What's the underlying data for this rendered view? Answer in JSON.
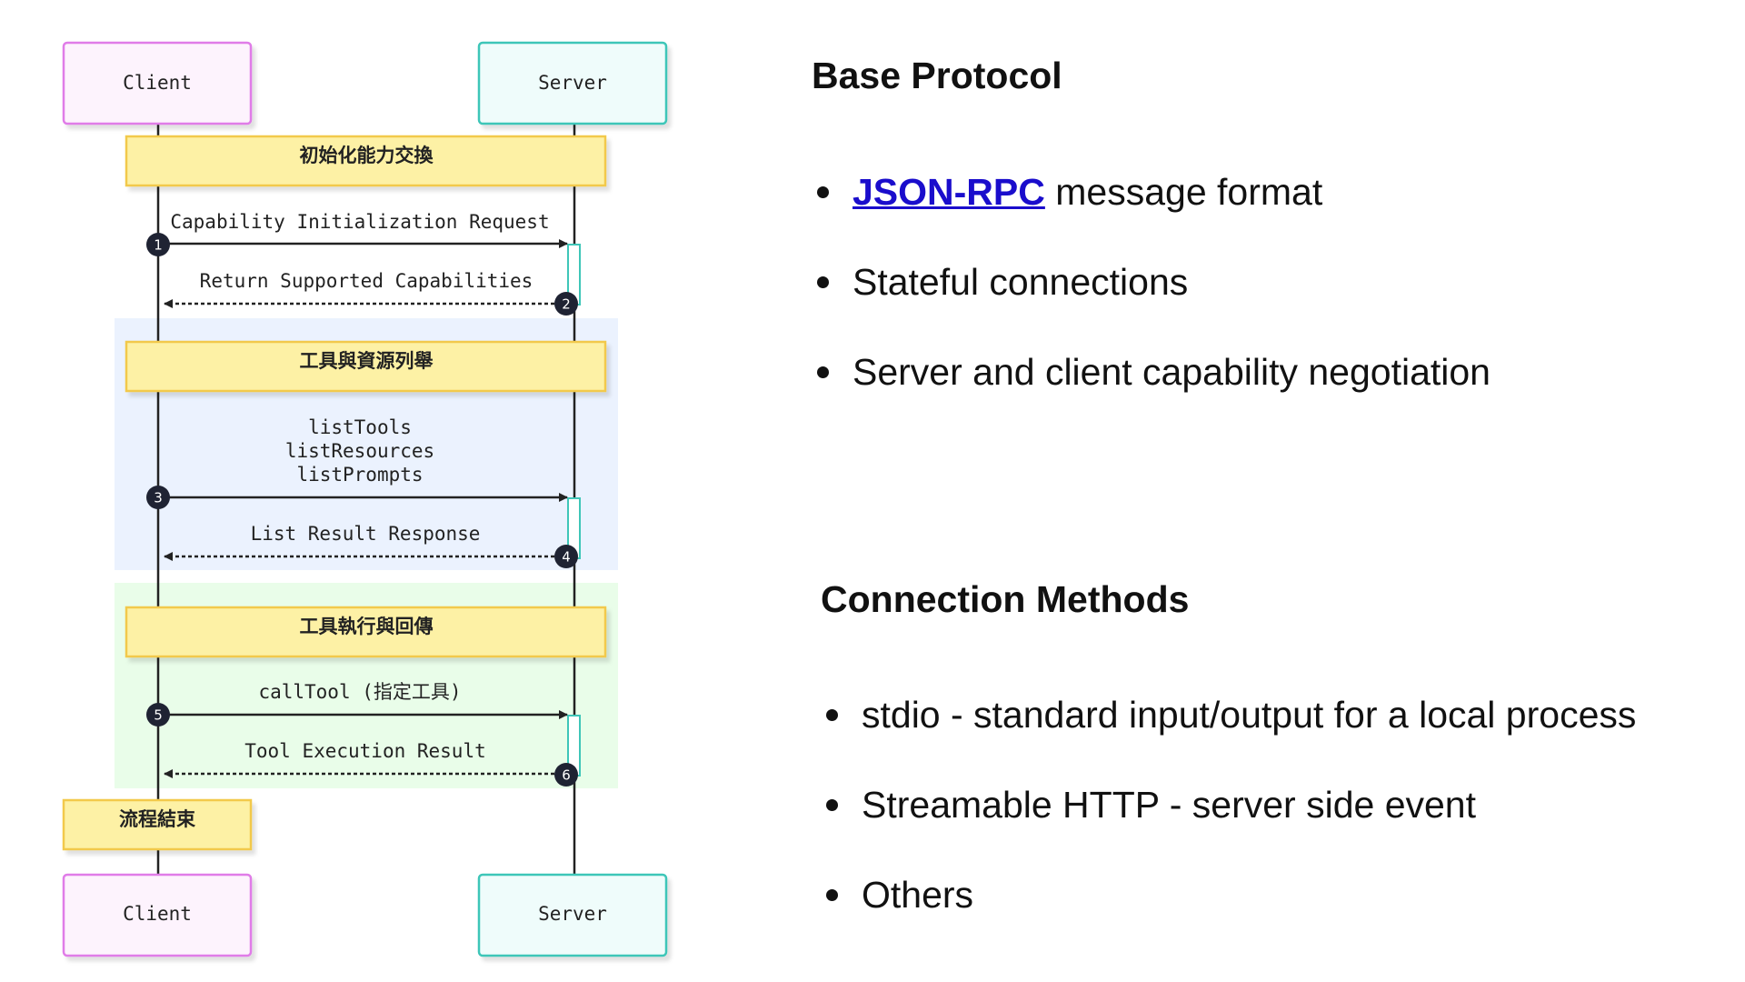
{
  "diagram": {
    "actors": [
      {
        "name": "Client",
        "label": "Client",
        "fill": "#fdf3fd",
        "border": "#e07be8"
      },
      {
        "name": "Server",
        "label": "Server",
        "fill": "#effcfb",
        "border": "#3ec6b8"
      }
    ],
    "notes": [
      {
        "label": "初始化能力交換"
      },
      {
        "label": "工具與資源列舉"
      },
      {
        "label": "工具執行與回傳"
      },
      {
        "label": "流程結束"
      }
    ],
    "messages": [
      {
        "number": "1",
        "lines": [
          "Capability Initialization Request"
        ],
        "from": "Client",
        "to": "Server",
        "style": "solid"
      },
      {
        "number": "2",
        "lines": [
          "Return Supported Capabilities"
        ],
        "from": "Server",
        "to": "Client",
        "style": "dashed"
      },
      {
        "number": "3",
        "lines": [
          "listTools",
          "listResources",
          "listPrompts"
        ],
        "from": "Client",
        "to": "Server",
        "style": "solid"
      },
      {
        "number": "4",
        "lines": [
          "List Result Response"
        ],
        "from": "Server",
        "to": "Client",
        "style": "dashed"
      },
      {
        "number": "5",
        "lines": [
          "callTool (指定工具)"
        ],
        "from": "Client",
        "to": "Server",
        "style": "solid"
      },
      {
        "number": "6",
        "lines": [
          "Tool Execution Result"
        ],
        "from": "Server",
        "to": "Client",
        "style": "dashed"
      }
    ],
    "colors": {
      "note_fill": "#fdf1a5",
      "note_border": "#f2c94c",
      "region_blue": "#ebf2fe",
      "region_green": "#e9fde9",
      "line": "#222222",
      "activation_border": "#3ec6b8"
    }
  },
  "base_protocol": {
    "heading": "Base Protocol",
    "items": [
      {
        "link": "JSON-RPC",
        "text": " message format"
      },
      {
        "text": "Stateful connections"
      },
      {
        "text": "Server and client capability negotiation"
      }
    ]
  },
  "connection_methods": {
    "heading": "Connection Methods",
    "items": [
      {
        "text": "stdio - standard input/output for a local process"
      },
      {
        "text": "Streamable HTTP - server side event"
      },
      {
        "text": "Others"
      }
    ]
  }
}
